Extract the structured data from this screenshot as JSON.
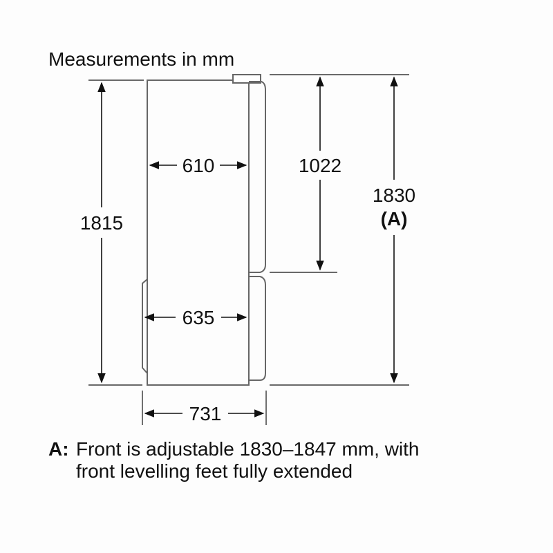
{
  "title": "Measurements in mm",
  "dimensions": {
    "height_body": "1815",
    "depth_upper": "610",
    "upper_door_height": "1022",
    "total_height": "1830",
    "total_height_ref": "(A)",
    "depth_lower": "635",
    "total_depth": "731"
  },
  "footnote": {
    "key": "A:",
    "line1": "Front is adjustable 1830–1847 mm, with",
    "line2": "front levelling feet fully extended"
  },
  "colors": {
    "line": "#111111",
    "outline": "#666666",
    "text": "#111111"
  }
}
